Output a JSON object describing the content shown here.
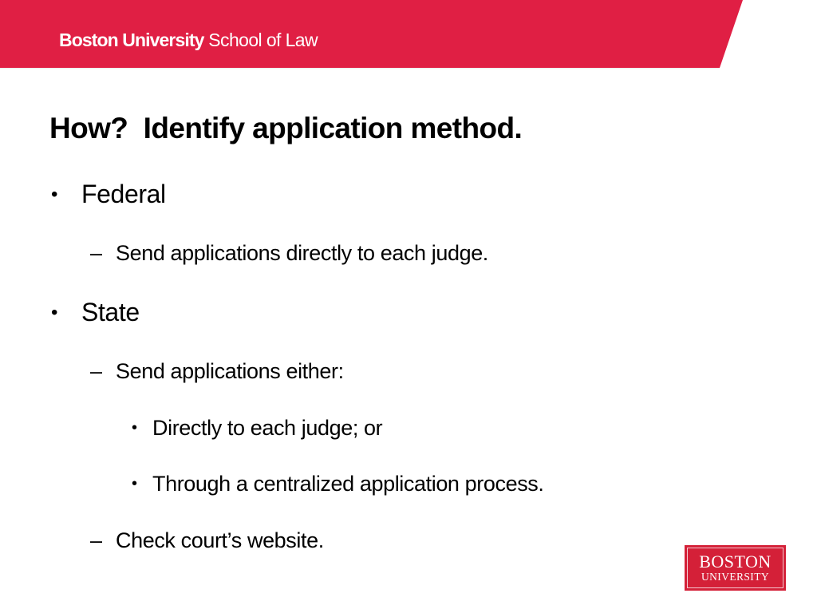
{
  "header": {
    "brand_strong": "Boston University",
    "brand_light": " School of Law",
    "banner_color": "#e01f44"
  },
  "slide": {
    "title": "How?  Identify application method.",
    "items": [
      {
        "level": 1,
        "marker": "•",
        "text": "Federal"
      },
      {
        "level": 2,
        "marker": "–",
        "text": "Send applications directly to each judge."
      },
      {
        "level": 1,
        "marker": "•",
        "text": "State"
      },
      {
        "level": 2,
        "marker": "–",
        "text": "Send applications either:"
      },
      {
        "level": 3,
        "marker": "•",
        "text": "Directly to each judge; or"
      },
      {
        "level": 3,
        "marker": "•",
        "text": "Through a centralized application process."
      },
      {
        "level": 2,
        "marker": "–",
        "text": "Check court’s website."
      }
    ]
  },
  "footer_logo": {
    "line1": "BOSTON",
    "line2": "UNIVERSITY",
    "color": "#d42038"
  }
}
